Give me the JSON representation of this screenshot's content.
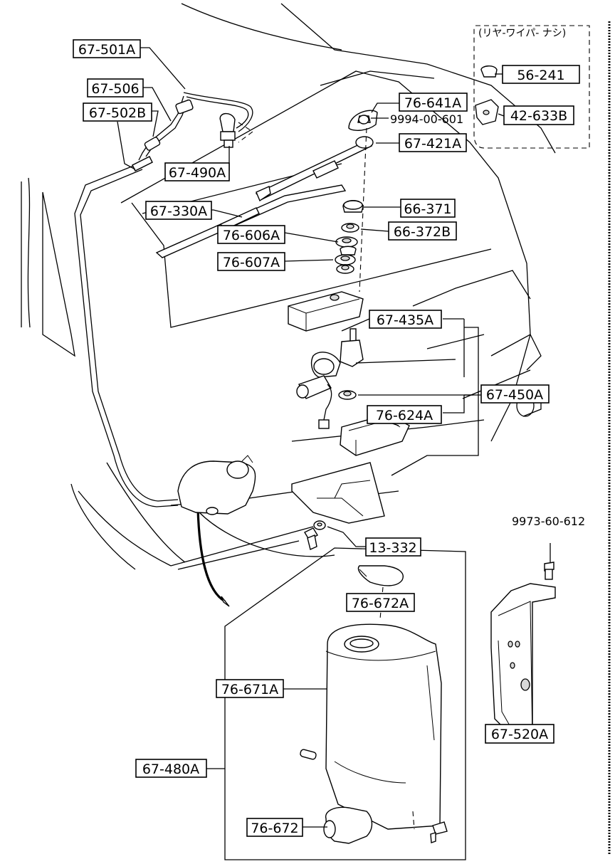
{
  "diagram": {
    "labels": {
      "p67_501A": "67-501A",
      "p67_506": "67-506",
      "p67_502B": "67-502B",
      "p67_490A": "67-490A",
      "p67_330A": "67-330A",
      "p76_606A": "76-606A",
      "p76_607A": "76-607A",
      "p76_641A": "76-641A",
      "p9994": "9994-00-601",
      "p67_421A": "67-421A",
      "p66_371": "66-371",
      "p66_372B": "66-372B",
      "p67_435A": "67-435A",
      "p67_450A": "67-450A",
      "p76_624A": "76-624A",
      "p13_332": "13-332",
      "p56_241": "56-241",
      "p42_633B": "42-633B",
      "p9973": "9973-60-612",
      "p67_520A": "67-520A",
      "p76_672A": "76-672A",
      "p76_671A": "76-671A",
      "p67_480A": "67-480A",
      "p76_672": "76-672"
    },
    "note": "(リヤ-ワイパ- ナシ)"
  }
}
